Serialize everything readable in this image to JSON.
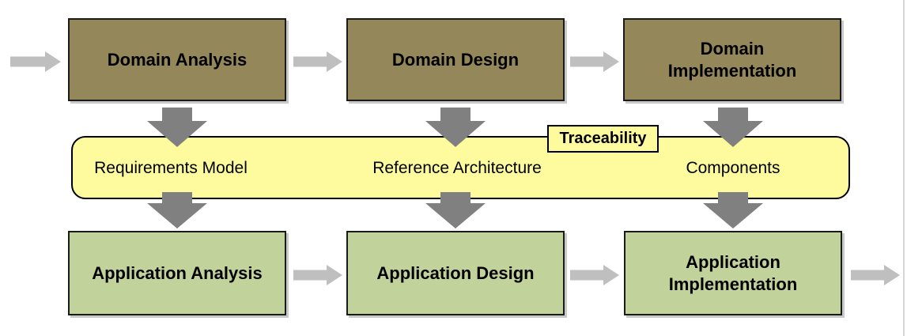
{
  "diagram": {
    "domain_row": {
      "boxes": [
        {
          "label": "Domain Analysis"
        },
        {
          "label": "Domain Design"
        },
        {
          "label": "Domain Implementation"
        }
      ]
    },
    "artifact_band": {
      "tag": "Traceability",
      "items": [
        "Requirements Model",
        "Reference Architecture",
        "Components"
      ]
    },
    "application_row": {
      "boxes": [
        {
          "label": "Application Analysis"
        },
        {
          "label": "Application Design"
        },
        {
          "label": "Application Implementation"
        }
      ]
    },
    "colors": {
      "domain_box_fill": "#94875A",
      "application_box_fill": "#C2D29B",
      "band_fill": "#FEFB9E",
      "horizontal_arrow": "#BFBFBF",
      "vertical_arrow": "#808080",
      "box_border": "#1A1A1A"
    }
  }
}
